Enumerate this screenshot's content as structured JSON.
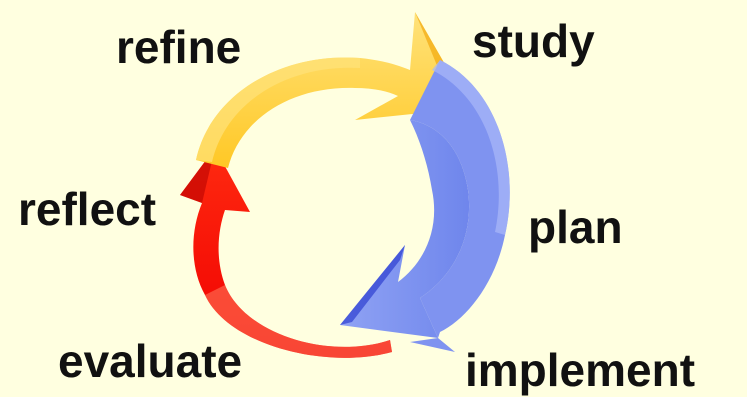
{
  "stages": [
    {
      "key": "refine",
      "label": "refine"
    },
    {
      "key": "study",
      "label": "study"
    },
    {
      "key": "plan",
      "label": "plan"
    },
    {
      "key": "implement",
      "label": "implement"
    },
    {
      "key": "evaluate",
      "label": "evaluate"
    },
    {
      "key": "reflect",
      "label": "reflect"
    }
  ],
  "colors": {
    "background": "#ffffe0",
    "yellow_arrow": "#ffc825",
    "yellow_highlight": "#ffe27a",
    "blue_arrow": "#7f93f0",
    "blue_highlight": "#aab8f8",
    "red_arrow": "#ff1010",
    "red_highlight": "#ff8060",
    "text": "#111111"
  }
}
